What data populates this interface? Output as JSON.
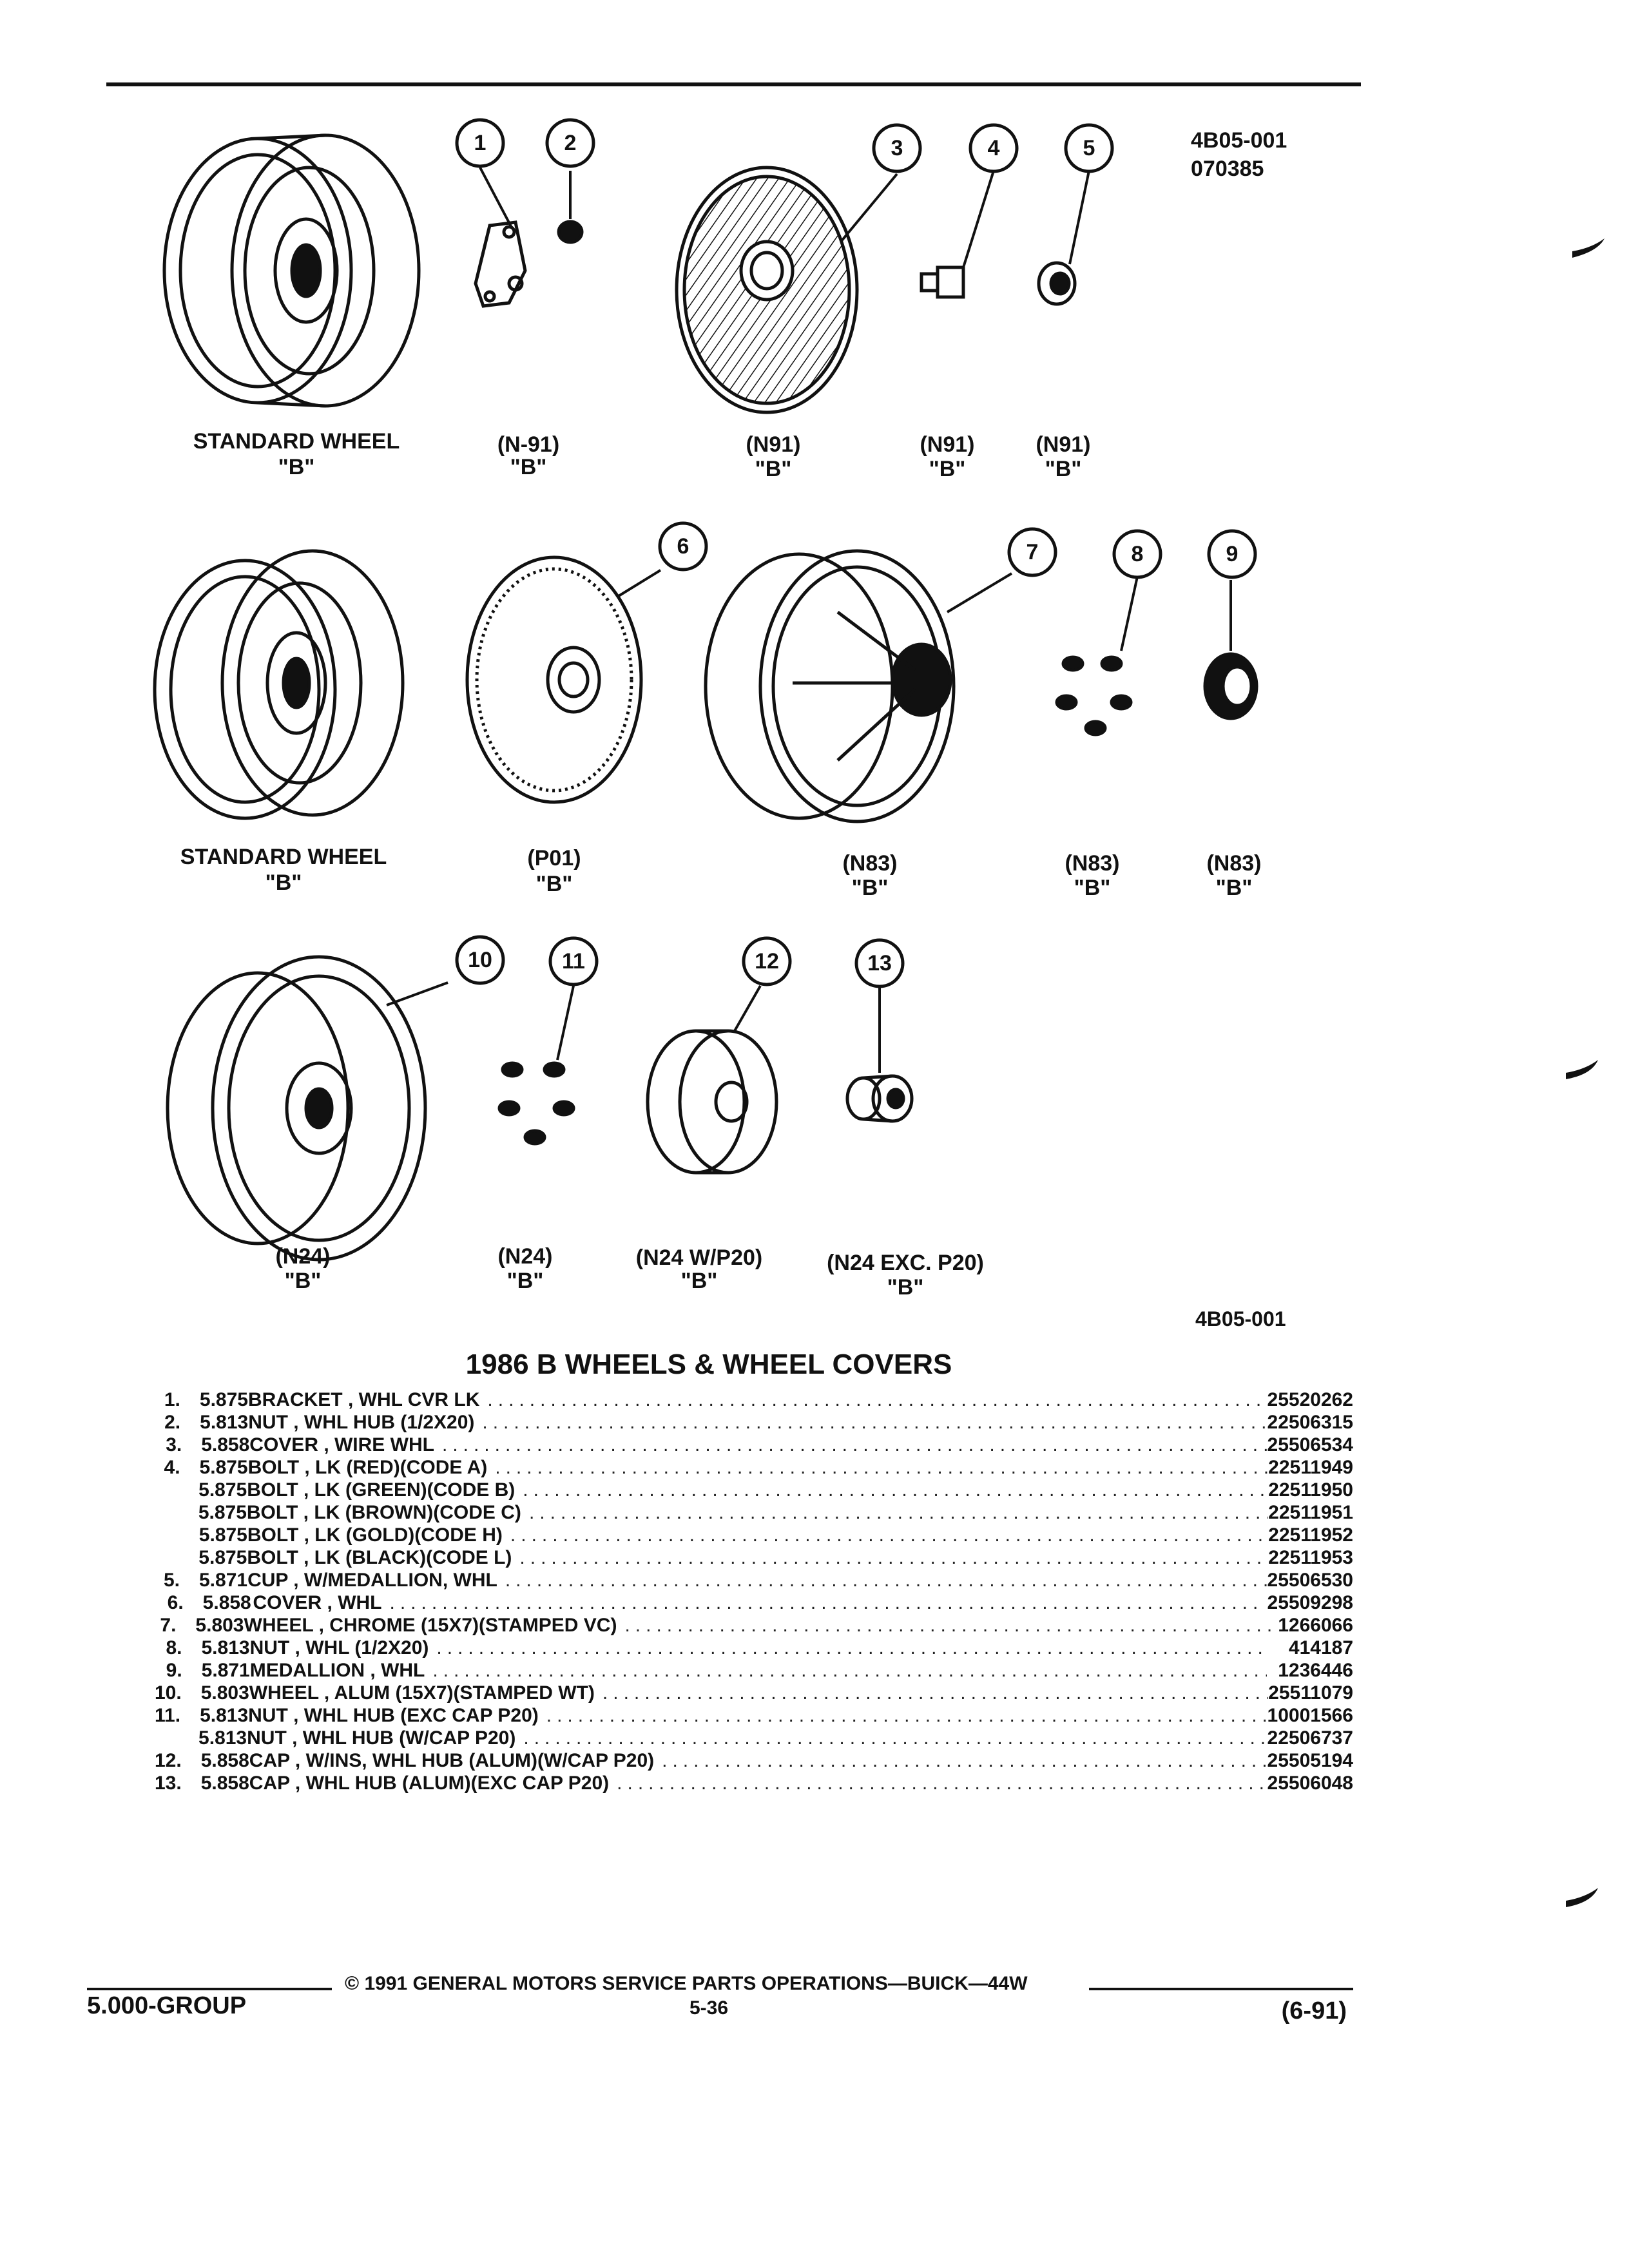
{
  "header": {
    "ref_code": "4B05-001",
    "date_code": "070385"
  },
  "callouts": [
    "1",
    "2",
    "3",
    "4",
    "5",
    "6",
    "7",
    "8",
    "9",
    "10",
    "11",
    "12",
    "13"
  ],
  "captions": {
    "row1": [
      {
        "code": "STANDARD WHEEL",
        "series": "\"B\""
      },
      {
        "code": "(N-91)",
        "series": "\"B\""
      },
      {
        "code": "(N91)",
        "series": "\"B\""
      },
      {
        "code": "(N91)",
        "series": "\"B\""
      },
      {
        "code": "(N91)",
        "series": "\"B\""
      }
    ],
    "row2": [
      {
        "code": "STANDARD WHEEL",
        "series": "\"B\""
      },
      {
        "code": "(P01)",
        "series": "\"B\""
      },
      {
        "code": "(N83)",
        "series": "\"B\""
      },
      {
        "code": "(N83)",
        "series": "\"B\""
      },
      {
        "code": "(N83)",
        "series": "\"B\""
      }
    ],
    "row3": [
      {
        "code": "(N24)",
        "series": "\"B\""
      },
      {
        "code": "(N24)",
        "series": "\"B\""
      },
      {
        "code": "(N24 W/P20)",
        "series": "\"B\""
      },
      {
        "code": "(N24 EXC. P20)",
        "series": "\"B\""
      }
    ]
  },
  "figure_ref": "4B05-001",
  "title": "1986 B WHEELS & WHEEL COVERS",
  "parts": [
    {
      "item": "1.",
      "group": "5.875",
      "desc": "BRACKET , WHL CVR LK",
      "part": "25520262"
    },
    {
      "item": "2.",
      "group": "5.813",
      "desc": "NUT , WHL HUB (1/2X20)",
      "part": "22506315"
    },
    {
      "item": "3.",
      "group": "5.858",
      "desc": "COVER , WIRE WHL",
      "part": "25506534"
    },
    {
      "item": "4.",
      "group": "5.875",
      "desc": "BOLT , LK (RED)(CODE A)",
      "part": "22511949"
    },
    {
      "item": "",
      "group": "5.875",
      "desc": "BOLT , LK (GREEN)(CODE B)",
      "part": "22511950"
    },
    {
      "item": "",
      "group": "5.875",
      "desc": "BOLT , LK (BROWN)(CODE C)",
      "part": "22511951"
    },
    {
      "item": "",
      "group": "5.875",
      "desc": "BOLT , LK (GOLD)(CODE H)",
      "part": "22511952"
    },
    {
      "item": "",
      "group": "5.875",
      "desc": "BOLT , LK (BLACK)(CODE L)",
      "part": "22511953"
    },
    {
      "item": "5.",
      "group": "5.871",
      "desc": "CUP , W/MEDALLION, WHL",
      "part": "25506530"
    },
    {
      "item": "6.",
      "group": "5.858",
      "desc": "COVER , WHL",
      "part": "25509298"
    },
    {
      "item": "7.",
      "group": "5.803",
      "desc": "WHEEL , CHROME (15X7)(STAMPED VC)",
      "part": "1266066"
    },
    {
      "item": "8.",
      "group": "5.813",
      "desc": "NUT , WHL (1/2X20)",
      "part": "414187"
    },
    {
      "item": "9.",
      "group": "5.871",
      "desc": "MEDALLION , WHL",
      "part": "1236446"
    },
    {
      "item": "10.",
      "group": "5.803",
      "desc": "WHEEL , ALUM (15X7)(STAMPED WT)",
      "part": "25511079"
    },
    {
      "item": "11.",
      "group": "5.813",
      "desc": "NUT , WHL HUB (EXC CAP P20)",
      "part": "10001566"
    },
    {
      "item": "",
      "group": "5.813",
      "desc": "NUT , WHL HUB (W/CAP P20)",
      "part": "22506737"
    },
    {
      "item": "12.",
      "group": "5.858",
      "desc": "CAP , W/INS, WHL HUB (ALUM)(W/CAP P20)",
      "part": "25505194"
    },
    {
      "item": "13.",
      "group": "5.858",
      "desc": "CAP , WHL HUB (ALUM)(EXC CAP P20)",
      "part": "25506048"
    }
  ],
  "footer": {
    "group": "5.000-GROUP",
    "copyright": "© 1991 GENERAL MOTORS SERVICE PARTS OPERATIONS—BUICK—44W",
    "page": "5-36",
    "date": "(6-91)"
  }
}
